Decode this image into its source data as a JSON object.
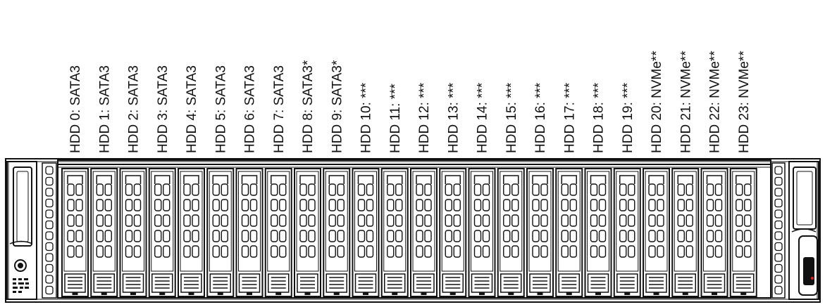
{
  "diagram": {
    "slots": [
      {
        "label": "HDD 0: SATA3"
      },
      {
        "label": "HDD 1: SATA3"
      },
      {
        "label": "HDD 2: SATA3"
      },
      {
        "label": "HDD 3: SATA3"
      },
      {
        "label": "HDD 4: SATA3"
      },
      {
        "label": "HDD 5: SATA3"
      },
      {
        "label": "HDD 6: SATA3"
      },
      {
        "label": "HDD 7: SATA3"
      },
      {
        "label": "HDD 8: SATA3*"
      },
      {
        "label": "HDD 9: SATA3*"
      },
      {
        "label": "HDD 10: ***"
      },
      {
        "label": "HDD 11: ***"
      },
      {
        "label": "HDD 12: ***"
      },
      {
        "label": "HDD 13: ***"
      },
      {
        "label": "HDD 14: ***"
      },
      {
        "label": "HDD 15: ***"
      },
      {
        "label": "HDD 16: ***"
      },
      {
        "label": "HDD 17: ***"
      },
      {
        "label": "HDD 18: ***"
      },
      {
        "label": "HDD 19: ***"
      },
      {
        "label": "HDD 20: NVMe**"
      },
      {
        "label": "HDD 21: NVMe**"
      },
      {
        "label": "HDD 22: NVMe**"
      },
      {
        "label": "HDD 23: NVMe**"
      }
    ],
    "colors": {
      "line": "#111111",
      "background": "#ffffff"
    }
  }
}
